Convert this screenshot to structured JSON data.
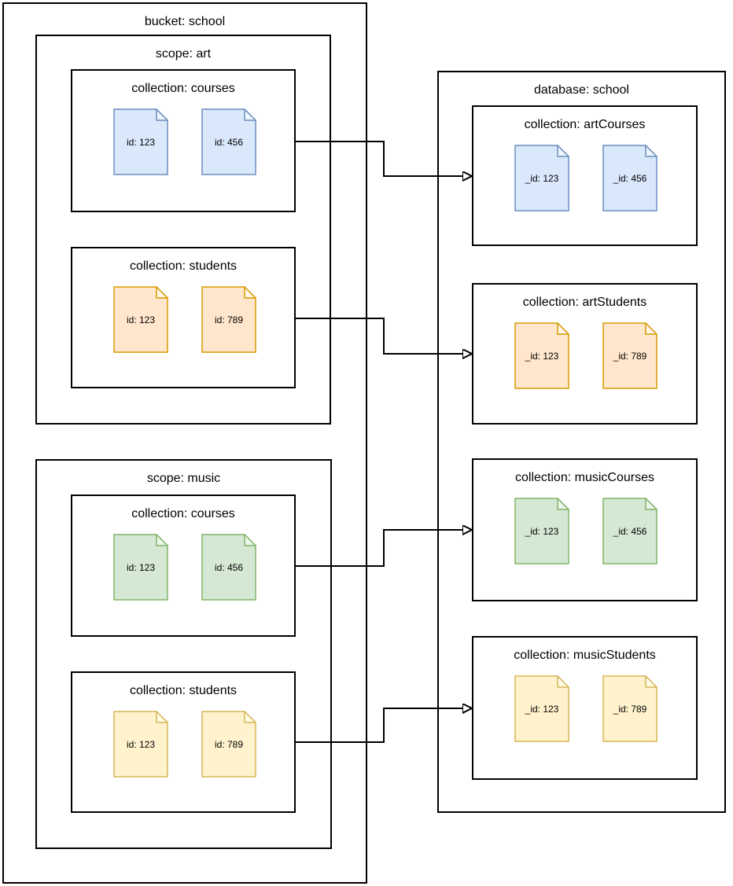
{
  "diagram": {
    "bucket": {
      "title": "bucket: school",
      "scopes": [
        {
          "title": "scope: art",
          "collections": [
            {
              "title": "collection: courses",
              "color": "blue",
              "docs": [
                {
                  "label": "id: 123"
                },
                {
                  "label": "id: 456"
                }
              ]
            },
            {
              "title": "collection: students",
              "color": "orange",
              "docs": [
                {
                  "label": "id: 123"
                },
                {
                  "label": "id: 789"
                }
              ]
            }
          ]
        },
        {
          "title": "scope: music",
          "collections": [
            {
              "title": "collection: courses",
              "color": "green",
              "docs": [
                {
                  "label": "id: 123"
                },
                {
                  "label": "id: 456"
                }
              ]
            },
            {
              "title": "collection: students",
              "color": "yellow",
              "docs": [
                {
                  "label": "id: 123"
                },
                {
                  "label": "id: 789"
                }
              ]
            }
          ]
        }
      ]
    },
    "database": {
      "title": "database: school",
      "collections": [
        {
          "title": "collection: artCourses",
          "color": "blue",
          "docs": [
            {
              "label": "_id: 123"
            },
            {
              "label": "_id: 456"
            }
          ]
        },
        {
          "title": "collection: artStudents",
          "color": "orange",
          "docs": [
            {
              "label": "_id: 123"
            },
            {
              "label": "_id: 789"
            }
          ]
        },
        {
          "title": "collection: musicCourses",
          "color": "green",
          "docs": [
            {
              "label": "_id: 123"
            },
            {
              "label": "_id: 456"
            }
          ]
        },
        {
          "title": "collection: musicStudents",
          "color": "yellow",
          "docs": [
            {
              "label": "_id: 123"
            },
            {
              "label": "_id: 789"
            }
          ]
        }
      ]
    },
    "connections": [
      {
        "from": "scope art / collection courses",
        "to": "collection artCourses"
      },
      {
        "from": "scope art / collection students",
        "to": "collection artStudents"
      },
      {
        "from": "scope music / collection courses",
        "to": "collection musicCourses"
      },
      {
        "from": "scope music / collection students",
        "to": "collection musicStudents"
      }
    ],
    "colors": {
      "blue": {
        "fill": "#dae8fc",
        "stroke": "#6c8ebf"
      },
      "orange": {
        "fill": "#ffe6cc",
        "stroke": "#d79b00"
      },
      "green": {
        "fill": "#d5e8d4",
        "stroke": "#82b366"
      },
      "yellow": {
        "fill": "#fff2cc",
        "stroke": "#d6b656"
      }
    }
  }
}
